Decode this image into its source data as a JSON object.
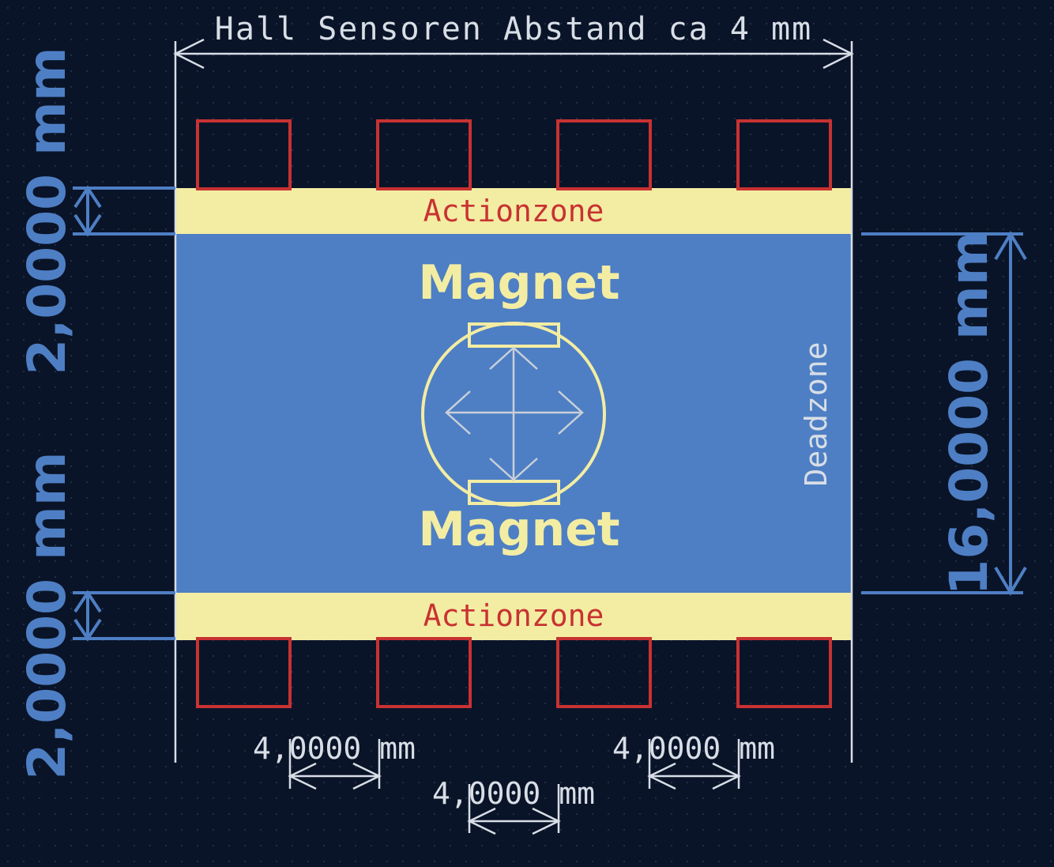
{
  "colors": {
    "background": "#0a1428",
    "white_line": "#d8dee6",
    "blue": "#4e7fc4",
    "yellow": "#f3eda3",
    "red": "#c83232"
  },
  "labels": {
    "top_dimension": "Hall Sensoren Abstand ca 4 mm",
    "action_top": "Actionzone",
    "action_bottom": "Actionzone",
    "magnet_top": "Magnet",
    "magnet_bottom": "Magnet",
    "deadzone": "Deadzone",
    "left_top_dim": "2,0000 mm",
    "left_bottom_dim": "2,0000 mm",
    "right_dim": "16,0000 mm",
    "spacing_left": "4,0000 mm",
    "spacing_right": "4,0000 mm",
    "spacing_center": "4,0000 mm"
  },
  "icons": {
    "arrows": "four-way-arrow-icon",
    "sensor": "hall-sensor-outline"
  }
}
